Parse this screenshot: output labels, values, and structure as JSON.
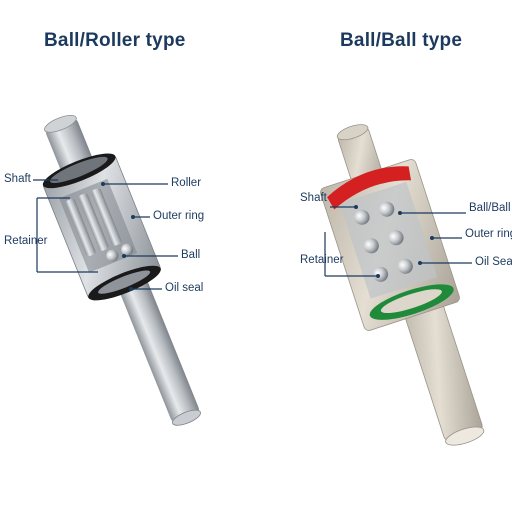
{
  "left_panel": {
    "title": "Ball/Roller type",
    "labels": {
      "shaft": "Shaft",
      "retainer": "Retainer",
      "roller": "Roller",
      "outer_ring": "Outer ring",
      "ball": "Ball",
      "oil_seal": "Oil seal"
    }
  },
  "right_panel": {
    "title": "Ball/Ball type",
    "labels": {
      "shaft": "Shaft",
      "retainer": "Retainer",
      "ball_ball": "Ball/Ball",
      "outer_ring": "Outer ring",
      "oil_seal": "Oil Seal"
    }
  },
  "colors": {
    "label_text": "#1c3a5e",
    "steel": "#b9bec3",
    "seal_black": "#1a1a1a",
    "seal_red": "#d42020",
    "seal_green": "#1f8a3a",
    "body_beige": "#d3ccbf"
  }
}
